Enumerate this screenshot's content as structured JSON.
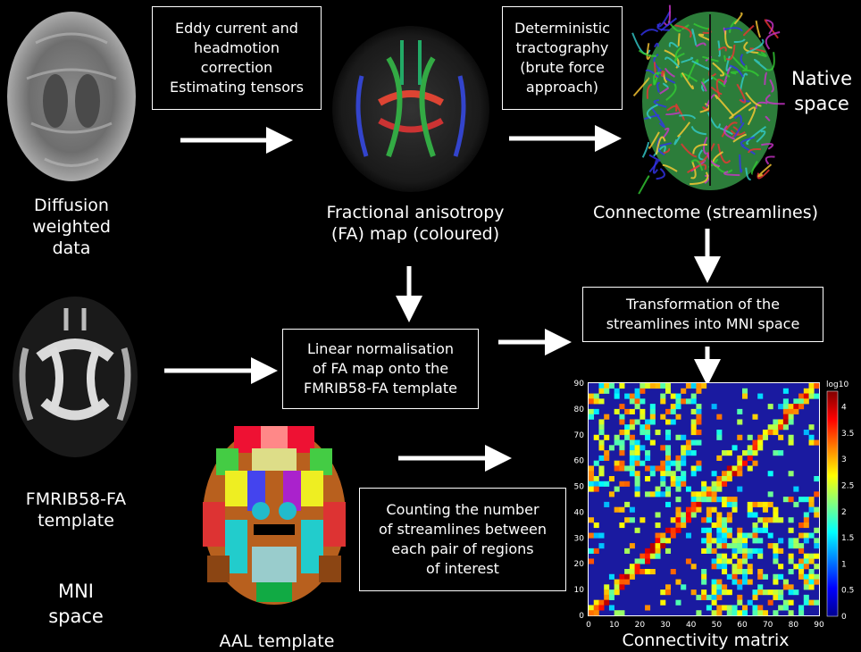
{
  "images": {
    "dwi": {
      "caption": "Diffusion\nweighted\ndata"
    },
    "fa_map": {
      "caption": "Fractional anisotropy\n(FA) map (coloured)"
    },
    "connectome": {
      "caption": "Connectome (streamlines)"
    },
    "fmrib": {
      "caption": "FMRIB58-FA\ntemplate"
    },
    "aal": {
      "caption": "AAL template"
    },
    "matrix": {
      "caption": "Connectivity matrix"
    }
  },
  "steps": {
    "eddy": "Eddy current and\nheadmotion\ncorrection\nEstimating tensors",
    "tracto": "Deterministic\ntractography\n(brute force\napproach)",
    "transform": "Transformation of the\nstreamlines into MNI space",
    "normalise": "Linear normalisation\nof FA map onto the\nFMRIB58-FA template",
    "count": "Counting the number\nof streamlines between\neach pair of regions\nof interest"
  },
  "spaces": {
    "native": "Native\nspace",
    "mni": "MNI\nspace"
  },
  "chart_data": {
    "type": "heatmap",
    "x_ticks": [
      "0",
      "10",
      "20",
      "30",
      "40",
      "50",
      "60",
      "70",
      "80",
      "90"
    ],
    "y_ticks": [
      "90",
      "80",
      "70",
      "60",
      "50",
      "40",
      "30",
      "20",
      "10",
      "0"
    ],
    "colorbar_label": "log10",
    "colorbar_ticks": [
      "4",
      "3.5",
      "3",
      "2.5",
      "2",
      "1.5",
      "1",
      "0.5",
      "0"
    ],
    "xlim": [
      0,
      90
    ],
    "ylim": [
      0,
      90
    ],
    "zlim": [
      0,
      4.3
    ]
  }
}
